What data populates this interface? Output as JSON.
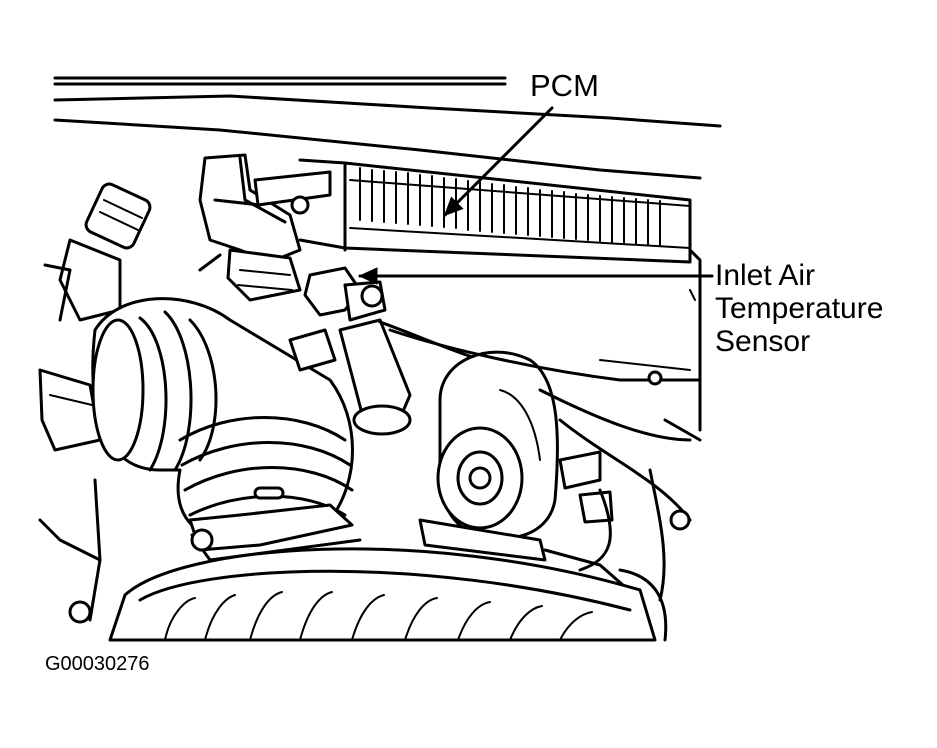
{
  "callouts": {
    "pcm": "PCM",
    "inlet_air_temp_sensor": [
      "Inlet Air",
      "Temperature",
      "Sensor"
    ]
  },
  "figure_id": "G00030276",
  "colors": {
    "line": "#000000",
    "background": "#ffffff"
  }
}
